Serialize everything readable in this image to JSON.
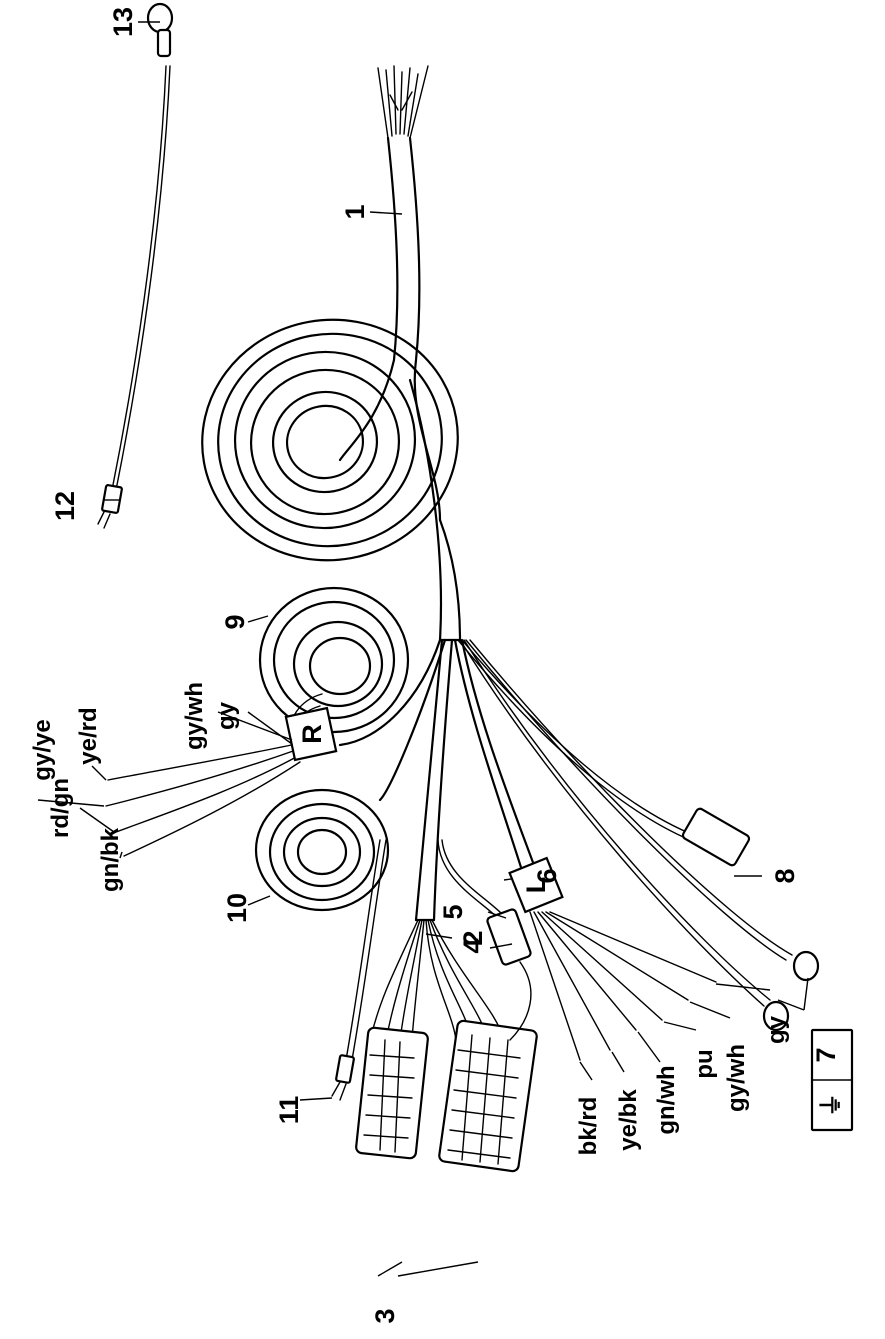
{
  "numbers": {
    "n1": "1",
    "n2": "2",
    "n3": "3",
    "n4": "4",
    "n5": "5",
    "n6": "6",
    "n7": "7",
    "n8": "8",
    "n9": "9",
    "n10": "10",
    "n11": "11",
    "n12": "12",
    "n13": "13"
  },
  "tags": {
    "right": "R",
    "left": "L"
  },
  "ground_symbol": "⏚",
  "colors_right": {
    "c1": "gy/wh",
    "c2": "gy",
    "c3": "ye/rd",
    "c4": "gy/ye",
    "c5": "rd/gn",
    "c6": "gn/bk"
  },
  "colors_left": {
    "c1": "bk/rd",
    "c2": "ye/bk",
    "c3": "gn/wh",
    "c4": "pu",
    "c5": "gy/wh",
    "c6": "gy"
  }
}
